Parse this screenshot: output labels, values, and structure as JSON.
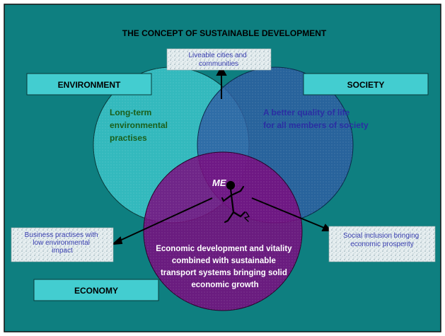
{
  "slide": {
    "title": "THE CONCEPT OF SUSTAINABLE DEVELOPMENT",
    "background_color": "#0e7f80"
  },
  "boxes": {
    "environment": "ENVIRONMENT",
    "society": "SOCIETY",
    "economy": "ECONOMY"
  },
  "circles": {
    "environment_text": [
      "Long-term",
      "environmental",
      "practises"
    ],
    "society_text": [
      "A better quality of life",
      "for all members of society"
    ],
    "economy_text": [
      "Economic development and vitality",
      "combined with sustainable",
      "transport systems bringing solid",
      "economic growth"
    ],
    "center_text": "ME"
  },
  "callouts": {
    "top": [
      "Liveable cities and",
      "communities"
    ],
    "left": [
      "Business practises with",
      "low environmental",
      "impact"
    ],
    "right": [
      "Social inclusion bringing",
      "economic prosperity"
    ]
  },
  "colors": {
    "environment_circle": "#33b9bd",
    "society_circle": "#2e5da2",
    "economy_circle": "#7a0b7f",
    "box_fill": "#43cdd0",
    "environment_text": "#1a5f1a",
    "society_text": "#2b2fa3",
    "economy_text": "#ffffff"
  }
}
